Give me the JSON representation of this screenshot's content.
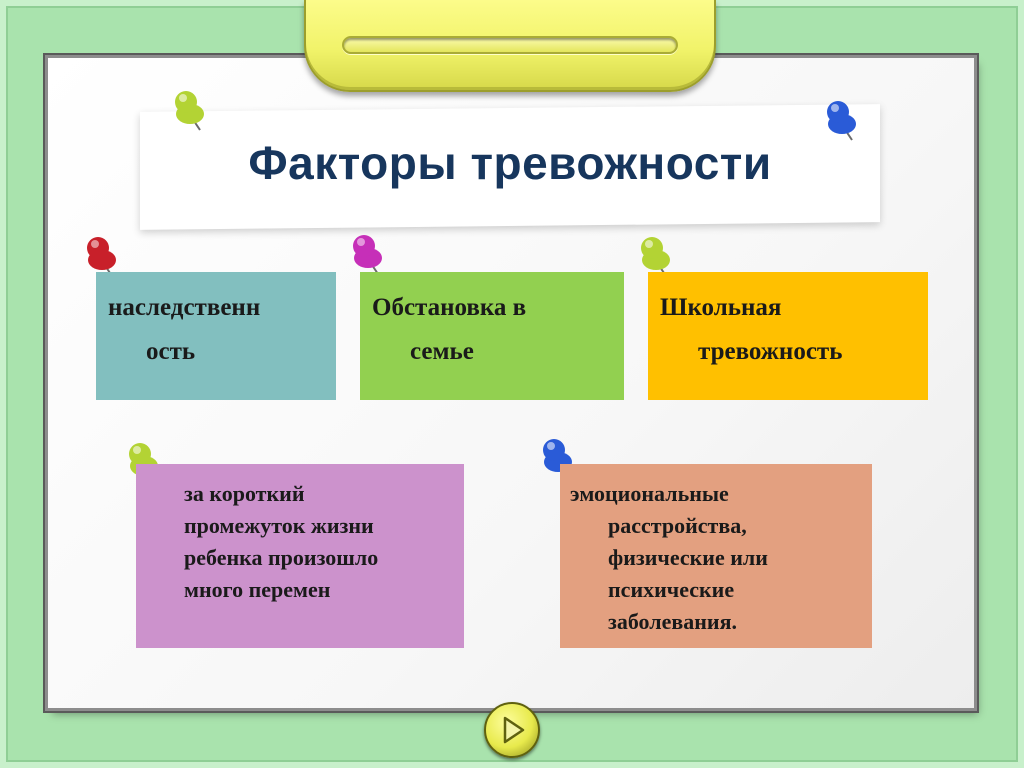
{
  "slide": {
    "title": "Факторы тревожности"
  },
  "factors": [
    {
      "lines": [
        "наследственн",
        "ость"
      ],
      "color": "#82bfbf"
    },
    {
      "lines": [
        "Обстановка в",
        "семье"
      ],
      "color": "#92d050"
    },
    {
      "lines": [
        "Школьная",
        "тревожность"
      ],
      "color": "#ffc000"
    }
  ],
  "details": [
    {
      "lines": [
        "за короткий",
        "промежуток жизни",
        "ребенка произошло",
        "много перемен"
      ],
      "color": "#cc92cc"
    },
    {
      "lines": [
        "эмоциональные",
        "расстройства,",
        "физические или",
        "психические",
        "заболевания."
      ],
      "color": "#e3a080"
    }
  ],
  "pins": {
    "title_left": "#b3d334",
    "title_right": "#2a5bd7",
    "card_1": "#c8202a",
    "card_2": "#c62fb8",
    "card_3": "#b3d334",
    "card_4": "#b3d334",
    "card_5": "#2a5bd7"
  },
  "navigation": {
    "next_icon": "play-arrow-icon"
  }
}
